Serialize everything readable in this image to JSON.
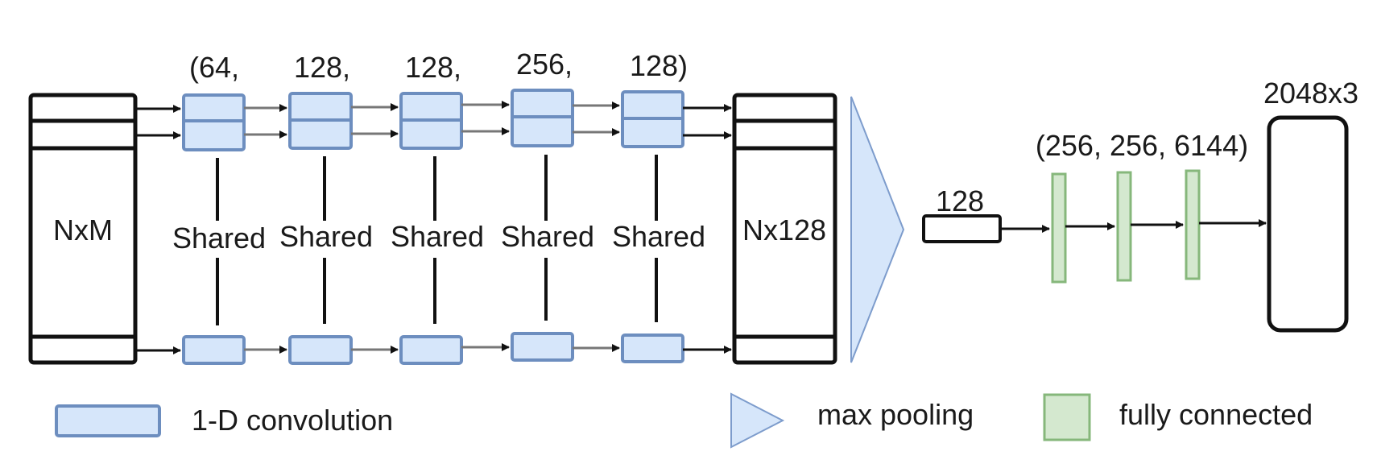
{
  "input_block": {
    "label": "NxM"
  },
  "conv_channels": [
    "(64,",
    "128,",
    "128,",
    "256,",
    "128)"
  ],
  "shared_label": "Shared",
  "output_block": {
    "label": "Nx128"
  },
  "pooled_vector": {
    "label": "128"
  },
  "fc_dims": "(256, 256, 6144)",
  "output_shape": "2048x3",
  "legend": {
    "conv": "1-D convolution",
    "pool": "max pooling",
    "fc": "fully connected"
  },
  "colors": {
    "conv_fill": "#d6e6fa",
    "conv_stroke": "#6d8ebf",
    "fc_fill": "#d4e8cf",
    "fc_stroke": "#86b77b",
    "pool_fill": "#d6e6fa"
  }
}
